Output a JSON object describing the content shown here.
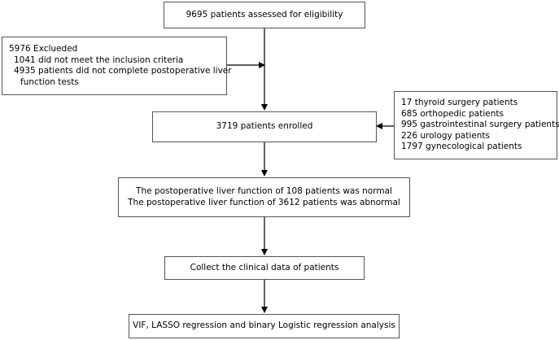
{
  "flowchart": {
    "assessed": "9695 patients assessed for eligibility",
    "excluded": {
      "title": "5976 Exclueded",
      "line1": "1041  did not meet the inclusion criteria",
      "line2": "4935 patients did not complete postoperative liver",
      "line3": "function tests"
    },
    "surgery_types": [
      "17 thyroid surgery patients",
      "685 orthopedic patients",
      "995 gastrointestinal surgery patients",
      "226 urology patients",
      "1797 gynecological patients"
    ],
    "enrolled": "3719 patients enrolled",
    "liver_function": {
      "normal": "The postoperative liver function of 108 patients was normal",
      "abnormal": "The postoperative liver function of 3612 patients was abnormal"
    },
    "collect": "Collect the clinical data of patients",
    "analysis": "VIF, LASSO regression and binary Logistic regression analysis"
  }
}
